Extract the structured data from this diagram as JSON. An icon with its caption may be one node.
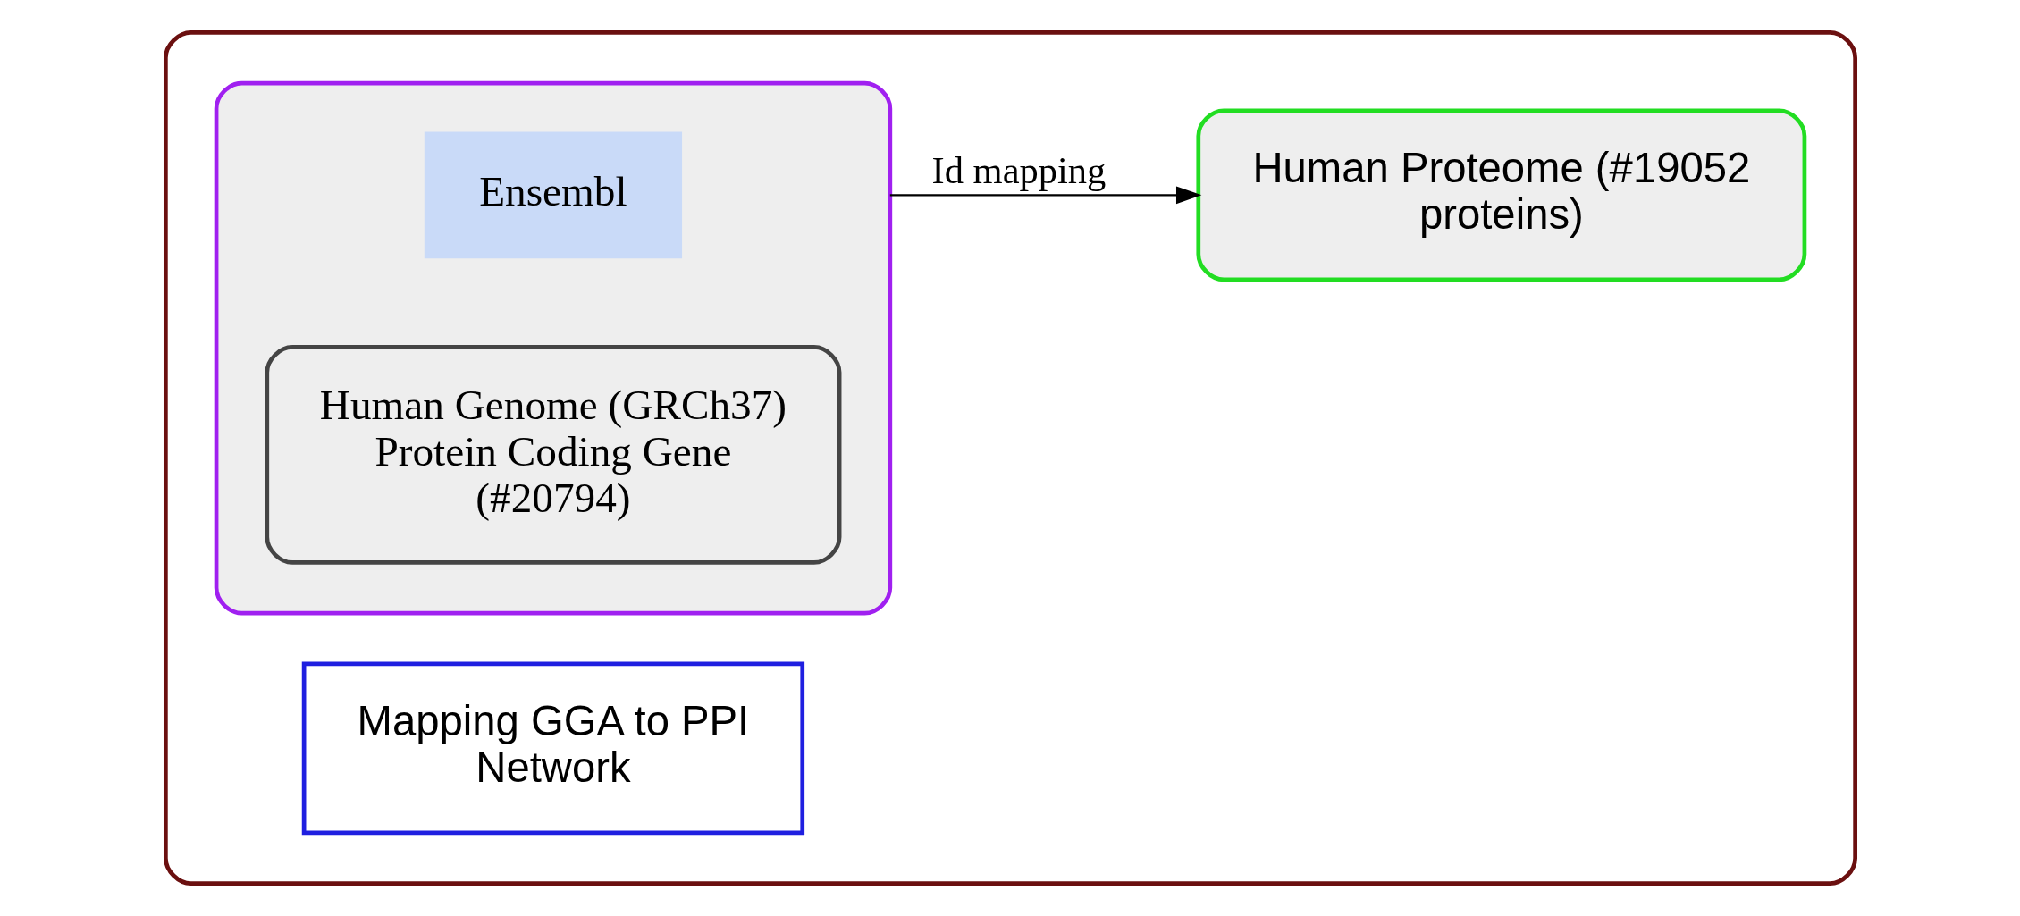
{
  "diagram": {
    "nodes": [
      {
        "text": [],
        "shape": "box"
      },
      {
        "text": [
          "Mapping GGA to PPI Network"
        ],
        "in": 0
      },
      {
        "text": [],
        "shape": "box",
        "in": 0
      },
      {
        "text": [
          "Ensembl"
        ],
        "in": 2
      },
      {
        "text": [
          "Human Genome (GRCh37) Protein Coding Gene (#20794)"
        ],
        "in": 2
      },
      {
        "text": [
          "Human Proteome (#19052 proteins)"
        ],
        "in": 0
      }
    ],
    "edges": [
      {
        "from": 2,
        "to": 5,
        "arrow": "to",
        "label": "Id mapping"
      }
    ]
  }
}
